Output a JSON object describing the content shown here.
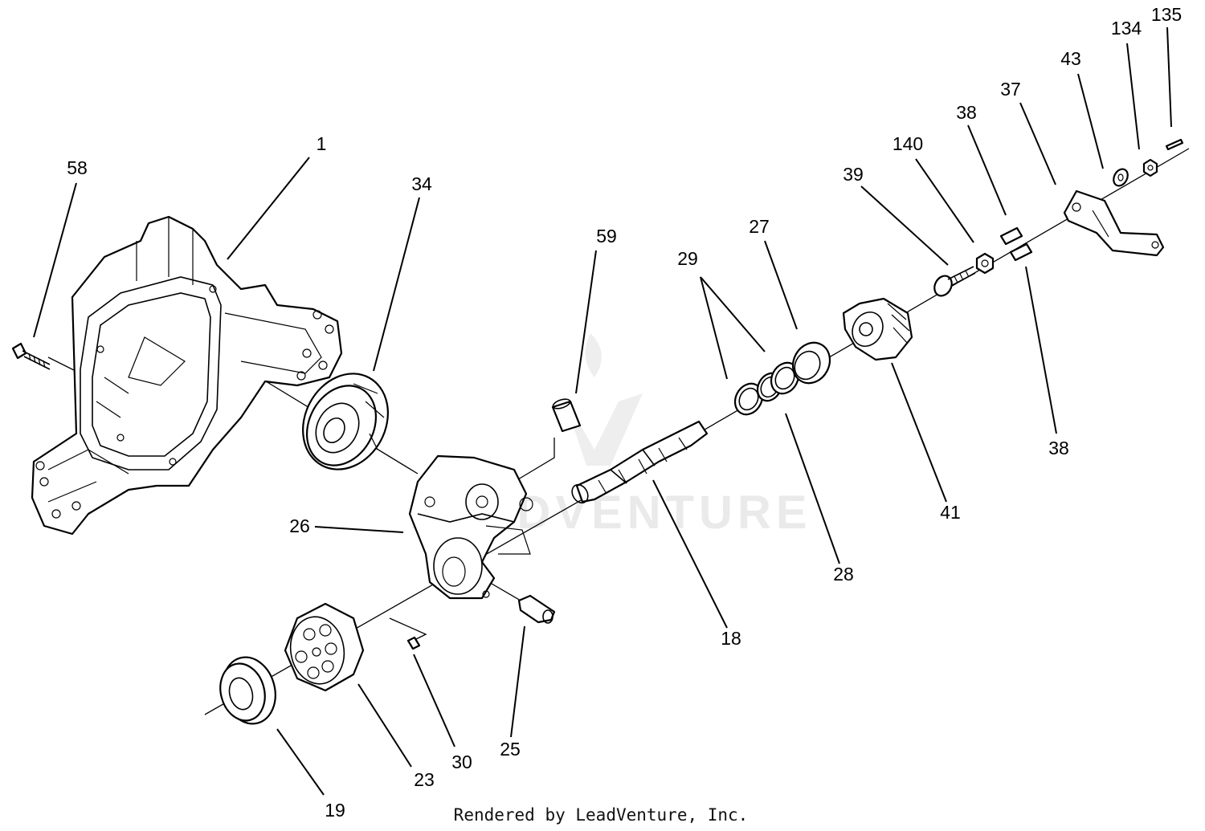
{
  "diagram": {
    "callouts": [
      {
        "id": "c1",
        "label": "1"
      },
      {
        "id": "c58",
        "label": "58"
      },
      {
        "id": "c34",
        "label": "34"
      },
      {
        "id": "c59",
        "label": "59"
      },
      {
        "id": "c29",
        "label": "29"
      },
      {
        "id": "c27",
        "label": "27"
      },
      {
        "id": "c39",
        "label": "39"
      },
      {
        "id": "c140",
        "label": "140"
      },
      {
        "id": "c38a",
        "label": "38"
      },
      {
        "id": "c37",
        "label": "37"
      },
      {
        "id": "c43",
        "label": "43"
      },
      {
        "id": "c134",
        "label": "134"
      },
      {
        "id": "c135",
        "label": "135"
      },
      {
        "id": "c26",
        "label": "26"
      },
      {
        "id": "c18",
        "label": "18"
      },
      {
        "id": "c28",
        "label": "28"
      },
      {
        "id": "c41",
        "label": "41"
      },
      {
        "id": "c38b",
        "label": "38"
      },
      {
        "id": "c25",
        "label": "25"
      },
      {
        "id": "c30",
        "label": "30"
      },
      {
        "id": "c23",
        "label": "23"
      },
      {
        "id": "c19",
        "label": "19"
      }
    ],
    "watermark": "LEADVENTURE",
    "credit": "Rendered by LeadVenture, Inc."
  }
}
